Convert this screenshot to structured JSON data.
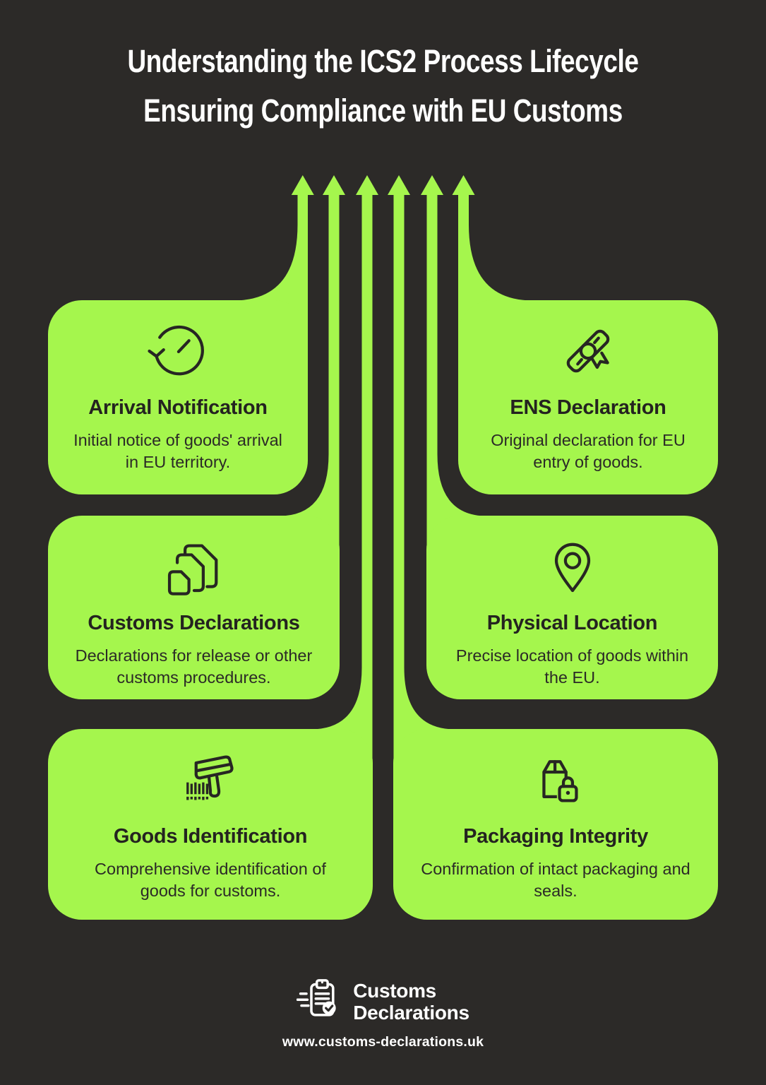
{
  "colors": {
    "bg": "#2c2a28",
    "accent": "#a5f64d",
    "ink": "#272623"
  },
  "header": {
    "title_line1": "Understanding the ICS2 Process Lifecycle",
    "title_line2": "Ensuring Compliance with EU Customs"
  },
  "flow": {
    "arrow_count": 6,
    "direction": "up"
  },
  "cards": [
    {
      "id": "arrival-notification",
      "icon": "history-icon",
      "title": "Arrival Notification",
      "description": "Initial notice of goods' arrival in EU territory."
    },
    {
      "id": "ens-declaration",
      "icon": "certificate-icon",
      "title": "ENS Declaration",
      "description": "Original declaration for EU entry of goods."
    },
    {
      "id": "customs-declarations",
      "icon": "documents-icon",
      "title": "Customs Declarations",
      "description": "Declarations for release or other customs procedures."
    },
    {
      "id": "physical-location",
      "icon": "location-pin-icon",
      "title": "Physical Location",
      "description": "Precise location of goods within the EU."
    },
    {
      "id": "goods-identification",
      "icon": "barcode-scanner-icon",
      "title": "Goods Identification",
      "description": "Comprehensive identification of goods for customs."
    },
    {
      "id": "packaging-integrity",
      "icon": "package-lock-icon",
      "title": "Packaging Integrity",
      "description": "Confirmation of intact packaging and seals."
    }
  ],
  "footer": {
    "brand_line1": "Customs",
    "brand_line2": "Declarations",
    "brand_icon": "clipboard-check-icon",
    "website": "www.customs-declarations.uk"
  }
}
